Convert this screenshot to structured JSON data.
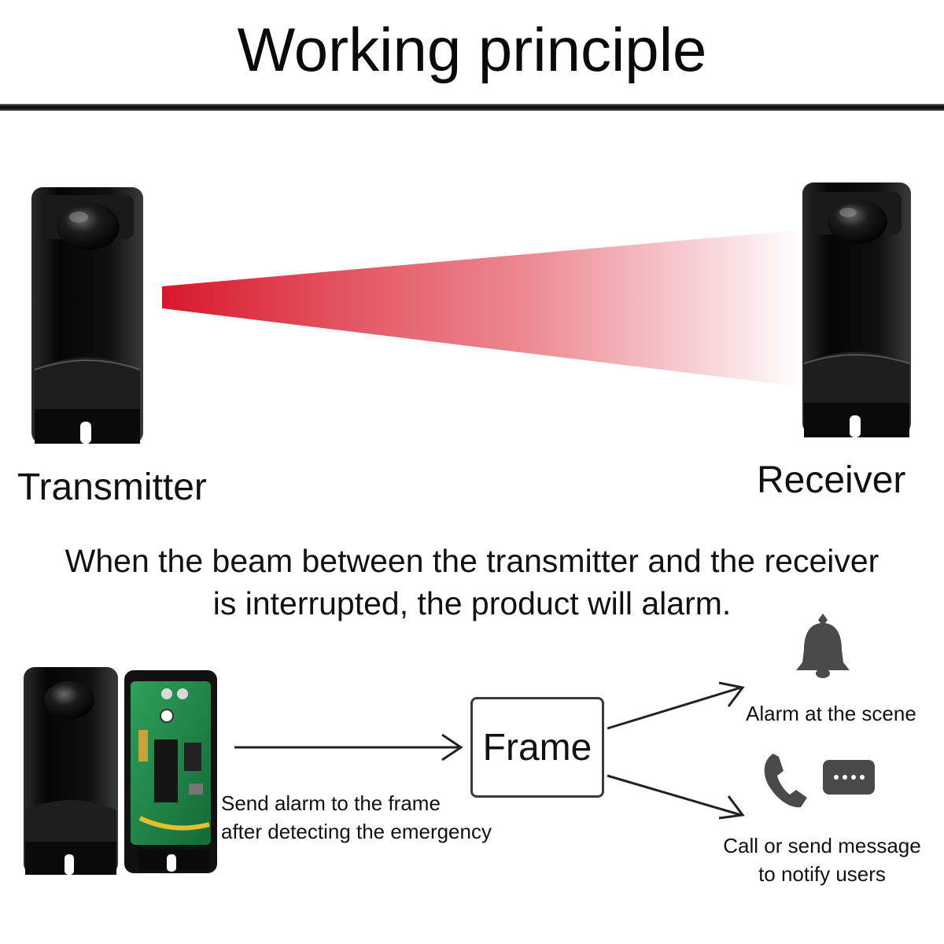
{
  "title": "Working principle",
  "labels": {
    "transmitter": "Transmitter",
    "receiver": "Receiver"
  },
  "description": {
    "line1": "When the beam between the transmitter and the receiver",
    "line2": "is interrupted, the product will alarm."
  },
  "flow": {
    "frame": "Frame",
    "send_line1": "Send alarm to the frame",
    "send_line2": "after detecting the emergency",
    "alarm": "Alarm at the scene",
    "call_line1": "Call or send message",
    "call_line2": "to notify users"
  },
  "icons": [
    "sensor-housing",
    "circuit-board",
    "bell-icon",
    "phone-icon",
    "message-icon"
  ],
  "colors": {
    "beam": "#d8182a",
    "device": "#0e0e0e",
    "pcb": "#1f8a4a",
    "text": "#111111",
    "icon": "#4a4a4a"
  }
}
